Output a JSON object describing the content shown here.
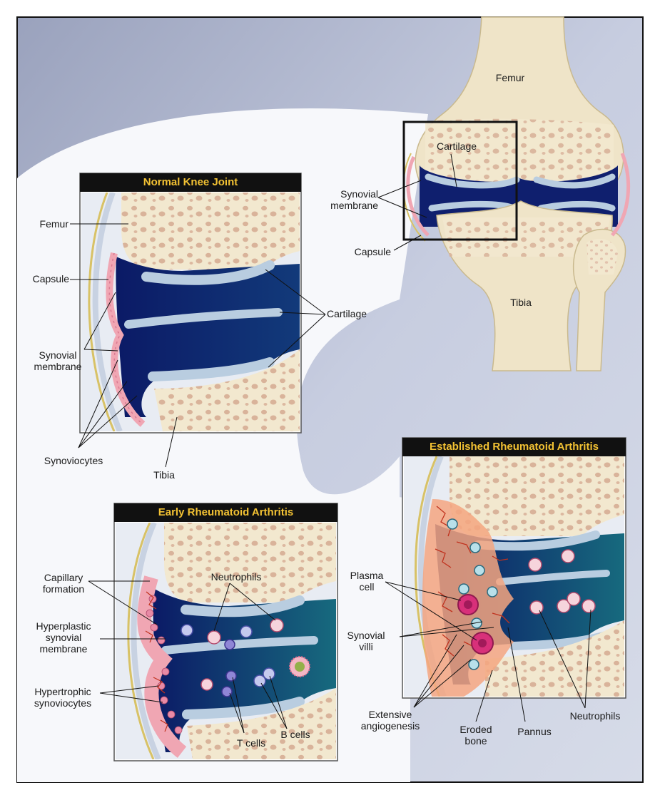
{
  "panels": {
    "normal": {
      "title": "Normal Knee Joint"
    },
    "early": {
      "title": "Early Rheumatoid Arthritis"
    },
    "established": {
      "title": "Established Rheumatoid Arthritis"
    }
  },
  "labels": {
    "overview_femur": "Femur",
    "overview_cartilage": "Cartilage",
    "overview_synovial_membrane": "Synovial\nmembrane",
    "overview_capsule": "Capsule",
    "overview_tibia": "Tibia",
    "normal_femur": "Femur",
    "normal_capsule": "Capsule",
    "normal_synovial_membrane": "Synovial\nmembrane",
    "normal_cartilage": "Cartilage",
    "normal_synoviocytes": "Synoviocytes",
    "normal_tibia": "Tibia",
    "early_capillary_formation": "Capillary\nformation",
    "early_hyperplastic": "Hyperplastic\nsynovial\nmembrane",
    "early_hypertrophic": "Hypertrophic\nsynoviocytes",
    "early_neutrophils": "Neutrophils",
    "early_t_cells": "T cells",
    "early_b_cells": "B cells",
    "est_plasma_cell": "Plasma\ncell",
    "est_synovial_villi": "Synovial\nvilli",
    "est_extensive_angiogenesis": "Extensive\nangiogenesis",
    "est_eroded_bone": "Eroded\nbone",
    "est_pannus": "Pannus",
    "est_neutrophils": "Neutrophils"
  },
  "colors": {
    "bone": "#f2e8cf",
    "bone_pore": "#d9b39a",
    "cavity": "#0f1f6e",
    "cartilage": "#b9cde0",
    "synovium": "#f0a6b3",
    "capsule_line": "#d8c266",
    "title_text": "#f3c233",
    "background": "#c9cfe0"
  }
}
